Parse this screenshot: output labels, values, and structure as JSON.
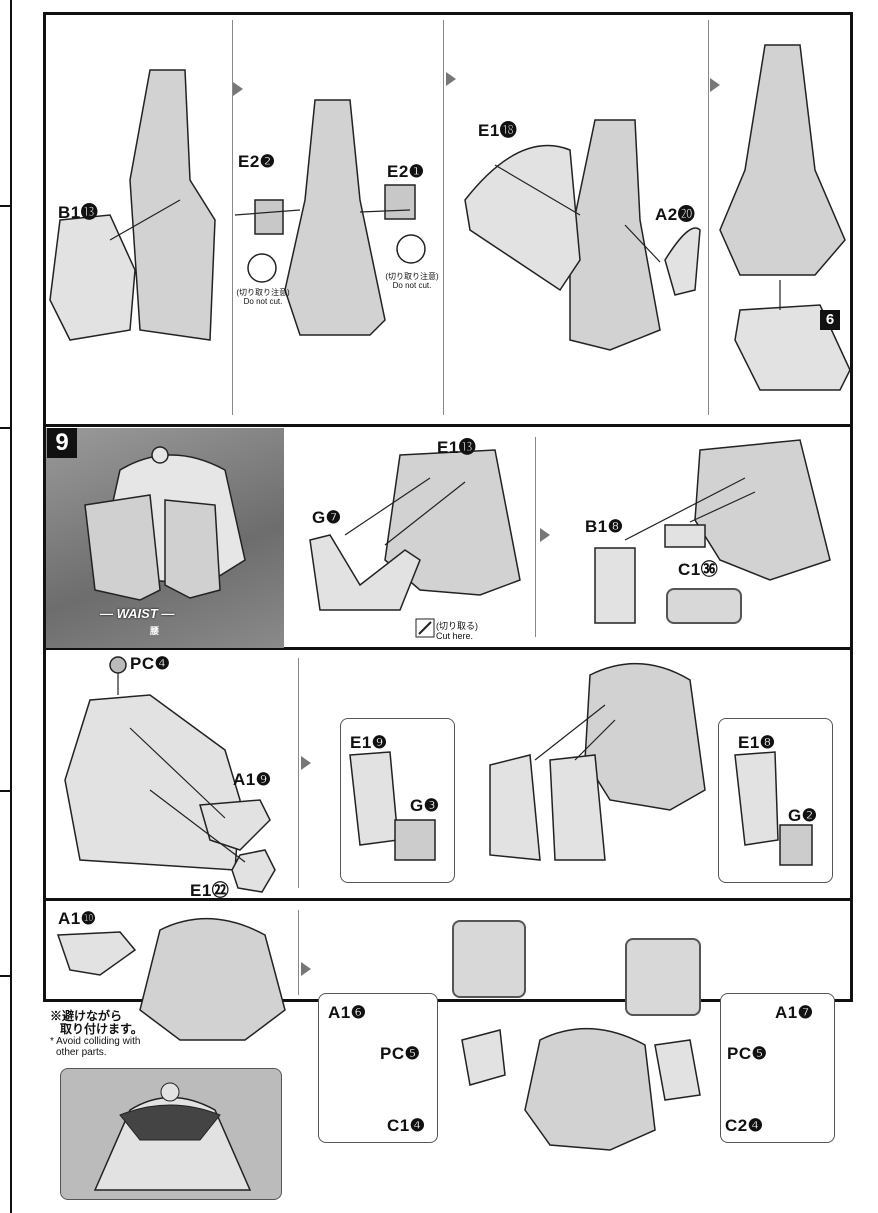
{
  "labels": {
    "b1_13": "B1⓭",
    "e2_2": "E2❷",
    "e2_1": "E2❶",
    "e1_18": "E1⓲",
    "a2_20": "A2⓴",
    "part_6": "6",
    "step_9": "9",
    "e1_13": "E1⓭",
    "g7": "G❼",
    "b1_8": "B1❽",
    "c1_36": "C1㊱",
    "pc4": "PC❹",
    "a1_9": "A1❾",
    "e1_22": "E1㉒",
    "e1_9": "E1❾",
    "g3": "G❸",
    "e1_8": "E1❽",
    "g2": "G❷",
    "a1_10": "A1❿",
    "a1_6": "A1❻",
    "pc5_left": "PC❺",
    "c1_4": "C1❹",
    "a1_7": "A1❼",
    "pc5_right": "PC❺",
    "c2_4": "C2❹"
  },
  "notes": {
    "dnc_left_jp": "(切り取り注意)",
    "dnc_left_en": "Do not cut.",
    "dnc_right_jp": "(切り取り注意)",
    "dnc_right_en": "Do not cut.",
    "cut_jp": "(切り取る)",
    "cut_en": "Cut here.",
    "avoid_jp_1": "※避けながら",
    "avoid_jp_2": "取り付けます。",
    "avoid_en_1": "* Avoid colliding with",
    "avoid_en_2": "other parts."
  },
  "waist": {
    "title": "— WAIST —",
    "jp": "腰"
  }
}
